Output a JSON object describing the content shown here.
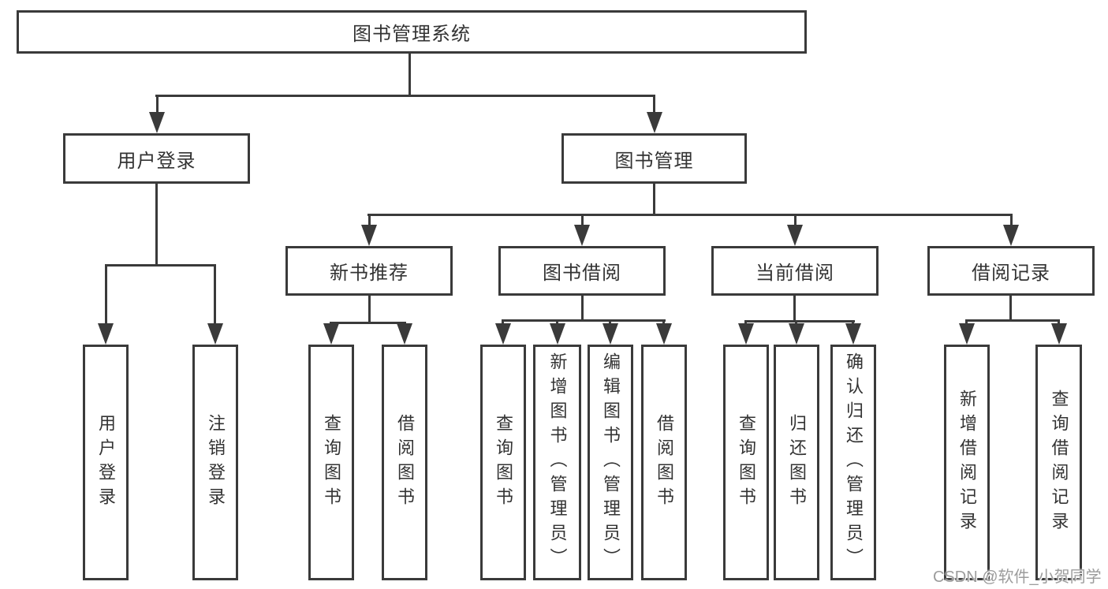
{
  "diagram": {
    "root": {
      "label": "图书管理系统"
    },
    "level2": [
      {
        "label": "用户登录"
      },
      {
        "label": "图书管理"
      }
    ],
    "level3": [
      {
        "label": "新书推荐"
      },
      {
        "label": "图书借阅"
      },
      {
        "label": "当前借阅"
      },
      {
        "label": "借阅记录"
      }
    ],
    "leaves": {
      "user_login": [
        {
          "label": "用户登录"
        },
        {
          "label": "注销登录"
        }
      ],
      "new_book_recommend": [
        {
          "label": "查询图书"
        },
        {
          "label": "借阅图书"
        }
      ],
      "book_borrow": [
        {
          "label": "查询图书"
        },
        {
          "label": "新增图书（管理员）"
        },
        {
          "label": "编辑图书（管理员）"
        },
        {
          "label": "借阅图书"
        }
      ],
      "current_borrow": [
        {
          "label": "查询图书"
        },
        {
          "label": "归还图书"
        },
        {
          "label": "确认归还（管理员）"
        }
      ],
      "borrow_records": [
        {
          "label": "新增借阅记录"
        },
        {
          "label": "查询借阅记录"
        }
      ]
    }
  },
  "watermark": {
    "text": "CSDN @软件_小贺同学"
  },
  "colors": {
    "line": "#3a3a3a",
    "text": "#333333",
    "watermark": "#9c9c9c",
    "background": "#ffffff"
  }
}
